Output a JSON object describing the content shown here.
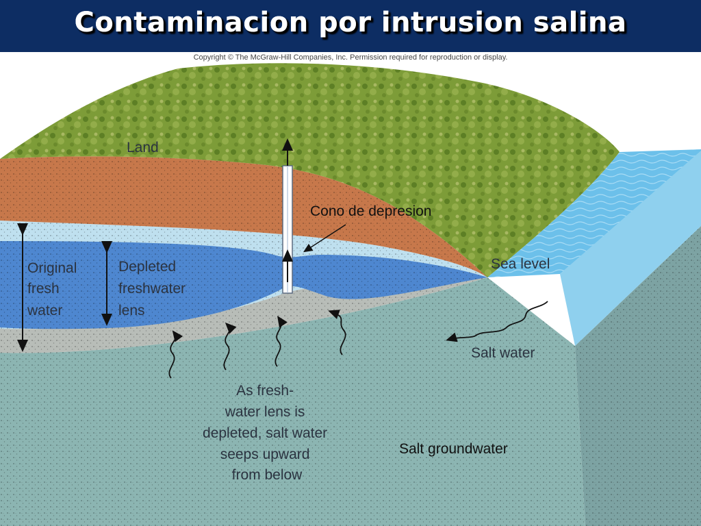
{
  "slide": {
    "title": "Contaminacion por intrusion salina",
    "copyright": "Copyright © The McGraw-Hill Companies, Inc. Permission required for reproduction or display."
  },
  "diagram": {
    "labels": {
      "land": "Land",
      "cone": "Cono de depresion",
      "sea_level": "Sea level",
      "salt_water": "Salt water",
      "salt_groundwater": "Salt groundwater",
      "original_fresh_water": [
        "Original",
        "fresh",
        "water"
      ],
      "depleted_lens": [
        "Depleted",
        "freshwater",
        "lens"
      ],
      "explanation": [
        "As fresh-",
        "water lens is",
        "depleted, salt water",
        "seeps upward",
        "from below"
      ]
    },
    "colors": {
      "title_bar": "#0d2d63",
      "land_surface": "#7a9a35",
      "soil": "#c7784b",
      "fresh_water_light": "#bfe0ef",
      "fresh_water_lens": "#4e87d0",
      "gray_zone": "#b8bdb8",
      "salt_groundwater": "#8cb5b2",
      "sea": "#6cc0ea"
    }
  }
}
